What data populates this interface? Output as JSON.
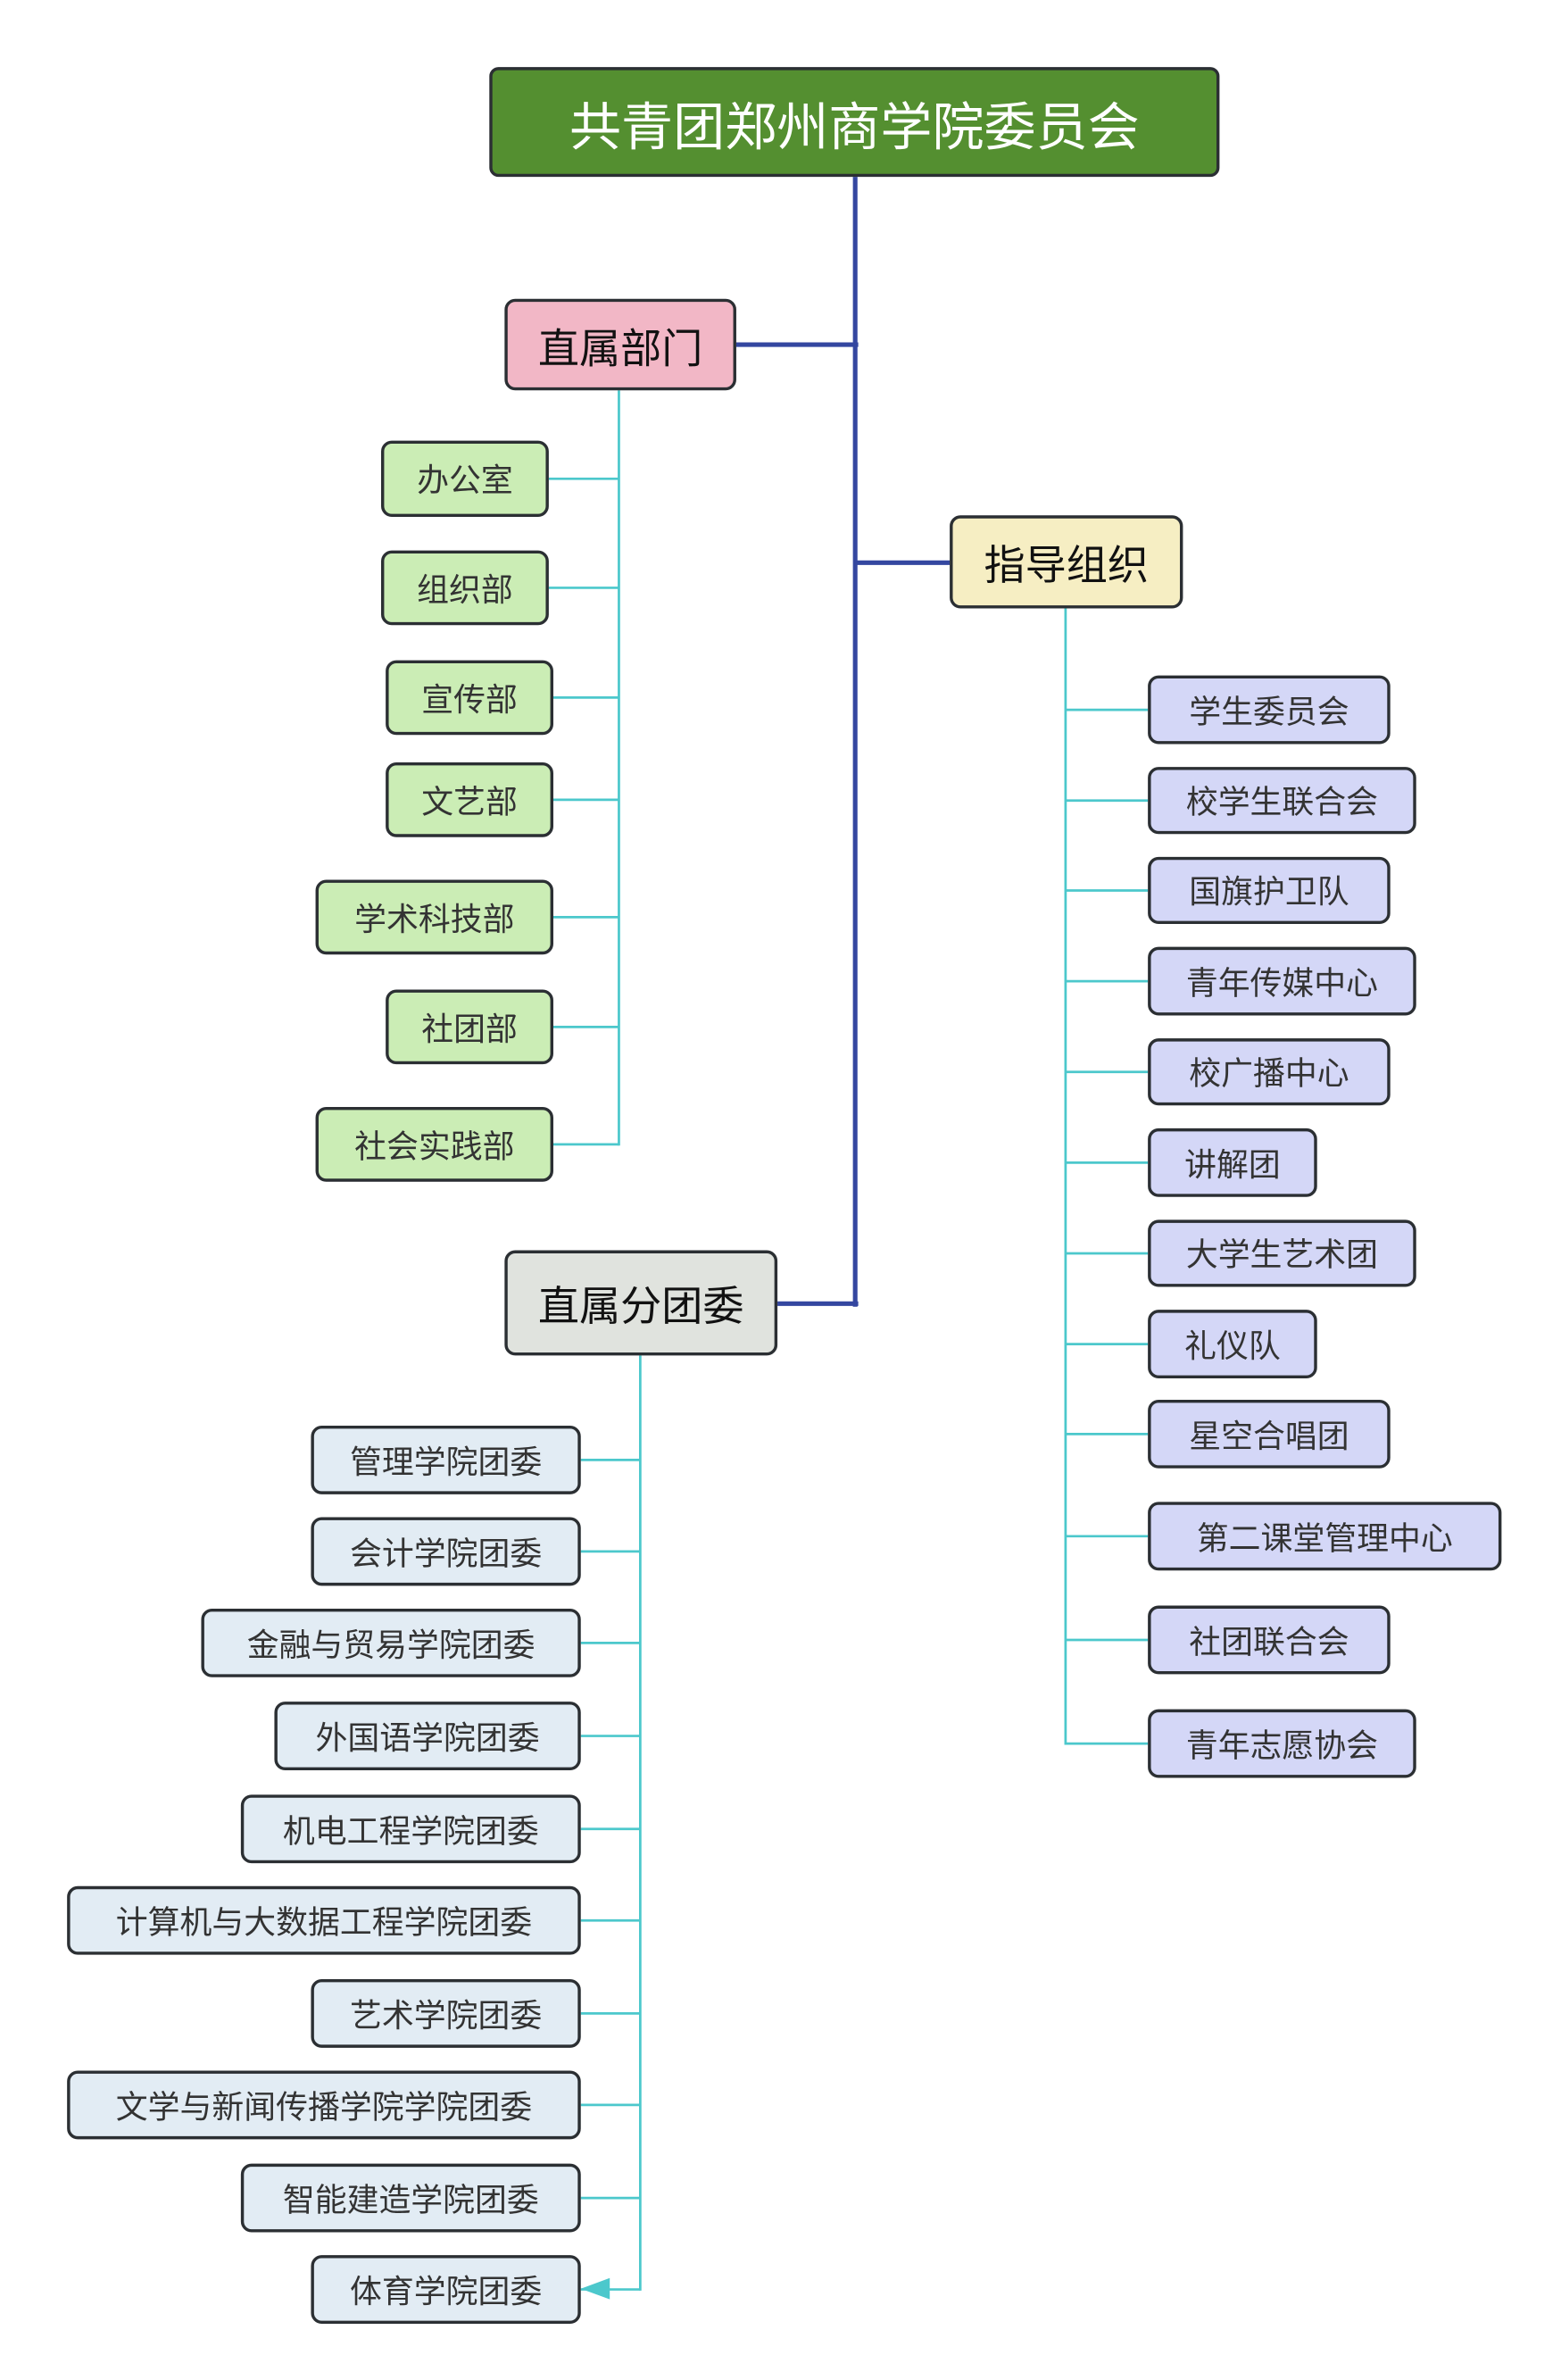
{
  "root": {
    "label": "共青团郑州商学院委员会"
  },
  "branches": {
    "departments": {
      "label": "直属部门",
      "children": [
        "办公室",
        "组织部",
        "宣传部",
        "文艺部",
        "学术科技部",
        "社团部",
        "社会实践部"
      ]
    },
    "guidance": {
      "label": "指导组织",
      "children": [
        "学生委员会",
        "校学生联合会",
        "国旗护卫队",
        "青年传媒中心",
        "校广播中心",
        "讲解团",
        "大学生艺术团",
        "礼仪队",
        "星空合唱团",
        "第二课堂管理中心",
        "社团联合会",
        "青年志愿协会"
      ]
    },
    "sub_committees": {
      "label": "直属分团委",
      "children": [
        "管理学院团委",
        "会计学院团委",
        "金融与贸易学院团委",
        "外国语学院团委",
        "机电工程学院团委",
        "计算机与大数据工程学院团委",
        "艺术学院团委",
        "文学与新闻传播学院学院团委",
        "智能建造学院团委",
        "体育学院团委"
      ]
    }
  },
  "colors": {
    "root": "#548f30",
    "trunk": "#3447a0",
    "leaf_line": "#4cc8cc"
  }
}
